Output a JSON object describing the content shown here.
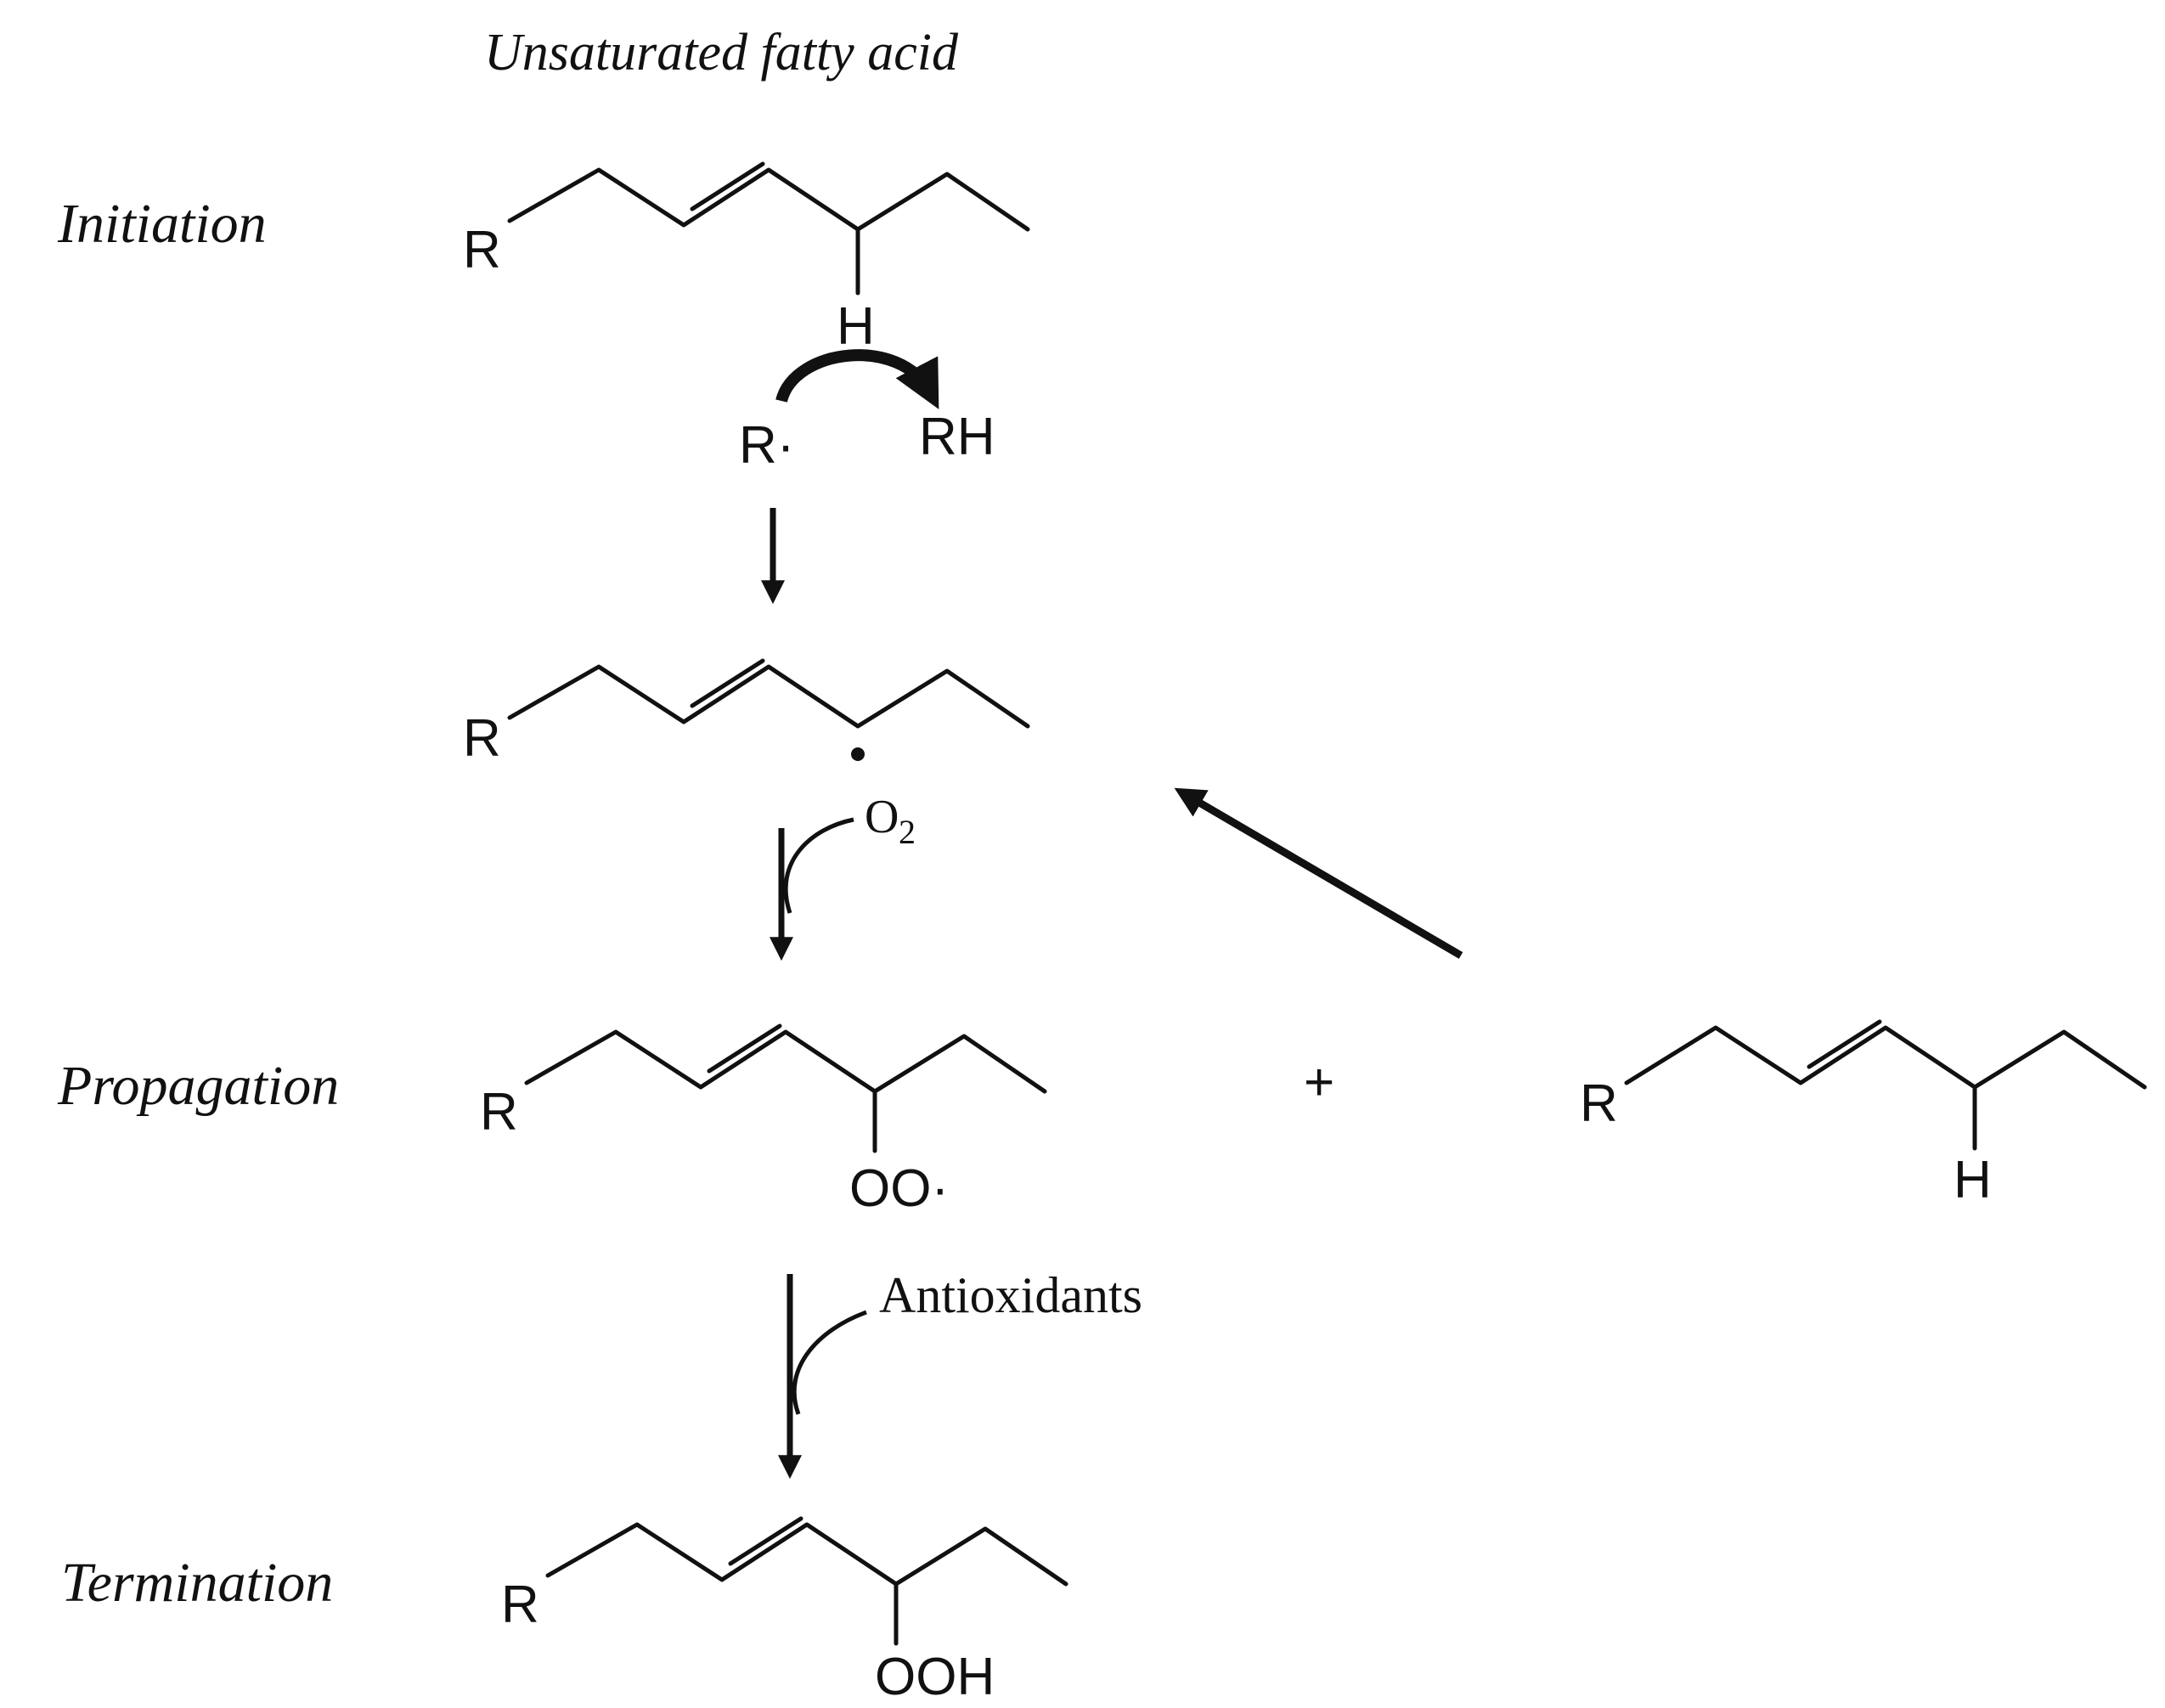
{
  "title": "Unsaturated fatty acid",
  "stages": {
    "initiation": "Initiation",
    "propagation": "Propagation",
    "termination": "Termination"
  },
  "atoms": {
    "r": "R",
    "h": "H",
    "oo_radical": "OO·",
    "ooh": "OOH"
  },
  "species": {
    "r_radical": "R·",
    "rh": "RH"
  },
  "reagents": {
    "oxygen": "O",
    "oxygen_subscript": "2",
    "antioxidants": "Antioxidants"
  },
  "operators": {
    "plus": "+"
  }
}
